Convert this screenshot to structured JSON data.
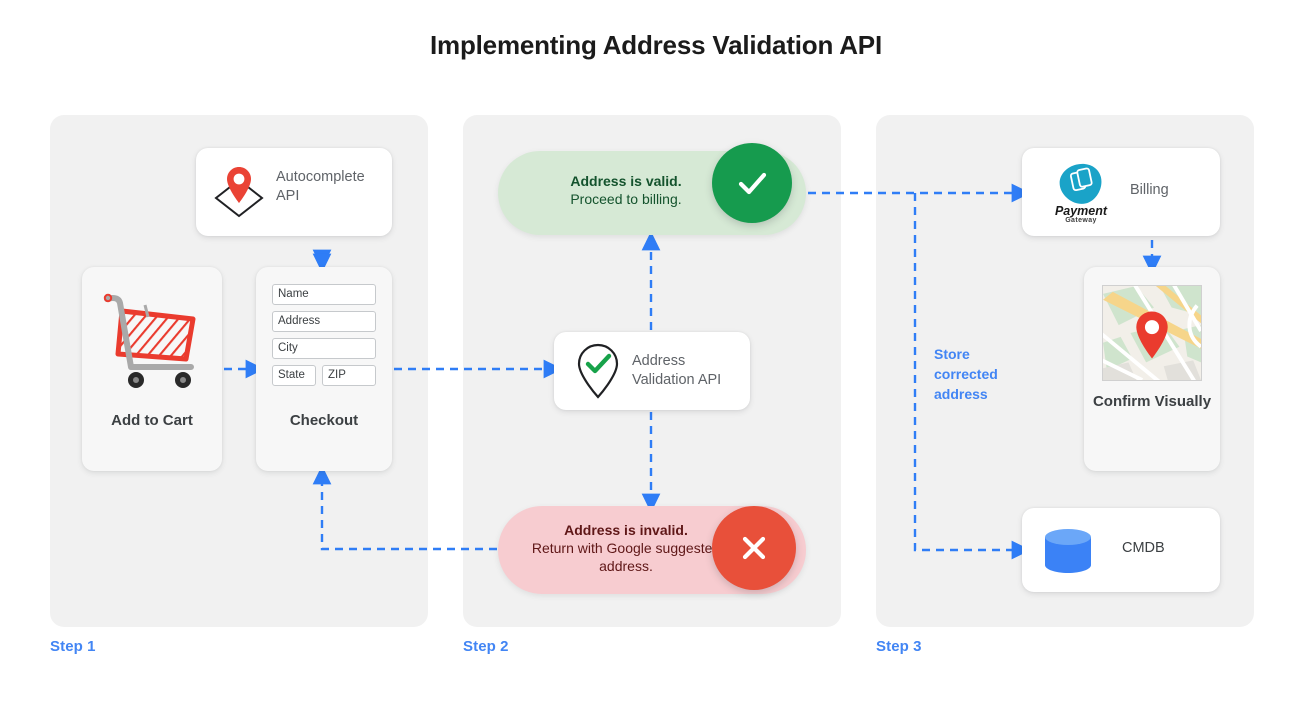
{
  "page": {
    "title": "Implementing Address Validation API",
    "accent_blue": "#4285f4",
    "panel_bg": "#f1f1f1",
    "valid_green": "#169b4e",
    "valid_pill_bg": "#d6e9d5",
    "invalid_red": "#e8503a",
    "invalid_pill_bg": "#f7ccd0"
  },
  "steps": [
    {
      "label": "Step 1"
    },
    {
      "label": "Step 2"
    },
    {
      "label": "Step 3"
    }
  ],
  "step1": {
    "autocomplete": {
      "icon": "map-pin-diamond-icon",
      "label": "Autocomplete API"
    },
    "cart": {
      "icon": "shopping-cart-icon",
      "caption": "Add to Cart"
    },
    "checkout": {
      "caption": "Checkout",
      "fields": [
        {
          "name": "name-field",
          "value": "Name"
        },
        {
          "name": "address-field",
          "value": "Address"
        },
        {
          "name": "city-field",
          "value": "City"
        },
        {
          "name": "state-field",
          "value": "State"
        },
        {
          "name": "zip-field",
          "value": "ZIP"
        }
      ]
    }
  },
  "step2": {
    "validation": {
      "icon": "pin-check-icon",
      "label": "Address Validation API"
    },
    "valid": {
      "headline": "Address is valid.",
      "detail": "Proceed to billing.",
      "badge_icon": "check-icon"
    },
    "invalid": {
      "headline": "Address is invalid.",
      "detail": "Return with Google suggested address.",
      "badge_icon": "close-icon"
    }
  },
  "step3": {
    "billing": {
      "logo_primary": "Payment",
      "logo_secondary": "Gateway",
      "icon": "payment-gateway-icon",
      "label": "Billing"
    },
    "confirm": {
      "icon": "map-thumbnail-icon",
      "caption": "Confirm Visually"
    },
    "cmdb": {
      "icon": "database-icon",
      "label": "CMDB"
    },
    "store_note": "Store corrected address"
  }
}
